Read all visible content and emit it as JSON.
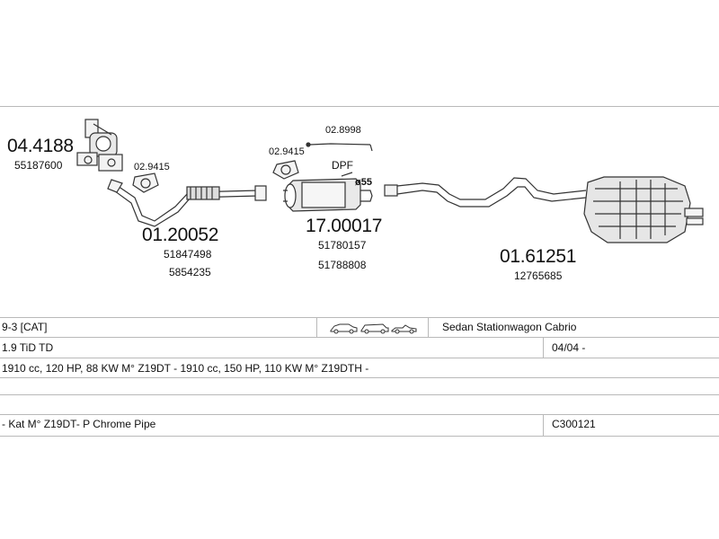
{
  "parts": {
    "p1": {
      "number": "04.4188",
      "ref": "55187600"
    },
    "gasket_a": {
      "number": "02.9415"
    },
    "p2": {
      "number": "01.20052",
      "refs": [
        "51847498",
        "5854235"
      ]
    },
    "gasket_b": {
      "number": "02.9415"
    },
    "sensor": {
      "number": "02.8998"
    },
    "dpf_label": "DPF",
    "diameter": "ø55",
    "p3": {
      "number": "17.00017",
      "refs": [
        "51780157",
        "51788808"
      ]
    },
    "p4": {
      "number": "01.61251",
      "ref": "12765685"
    }
  },
  "vehicle_table": {
    "model": "9-3  [CAT]",
    "body_types": "Sedan  Stationwagon  Cabrio",
    "engine": "1.9 TiD TD",
    "date": "04/04 -",
    "specs": "1910 cc, 120 HP, 88 KW M° Z19DT - 1910 cc, 150 HP, 110 KW M° Z19DTH -",
    "note": "- Kat M° Z19DT- P Chrome Pipe",
    "code": "C300121"
  },
  "colors": {
    "line": "#333333",
    "grid": "#b9b9b9"
  }
}
